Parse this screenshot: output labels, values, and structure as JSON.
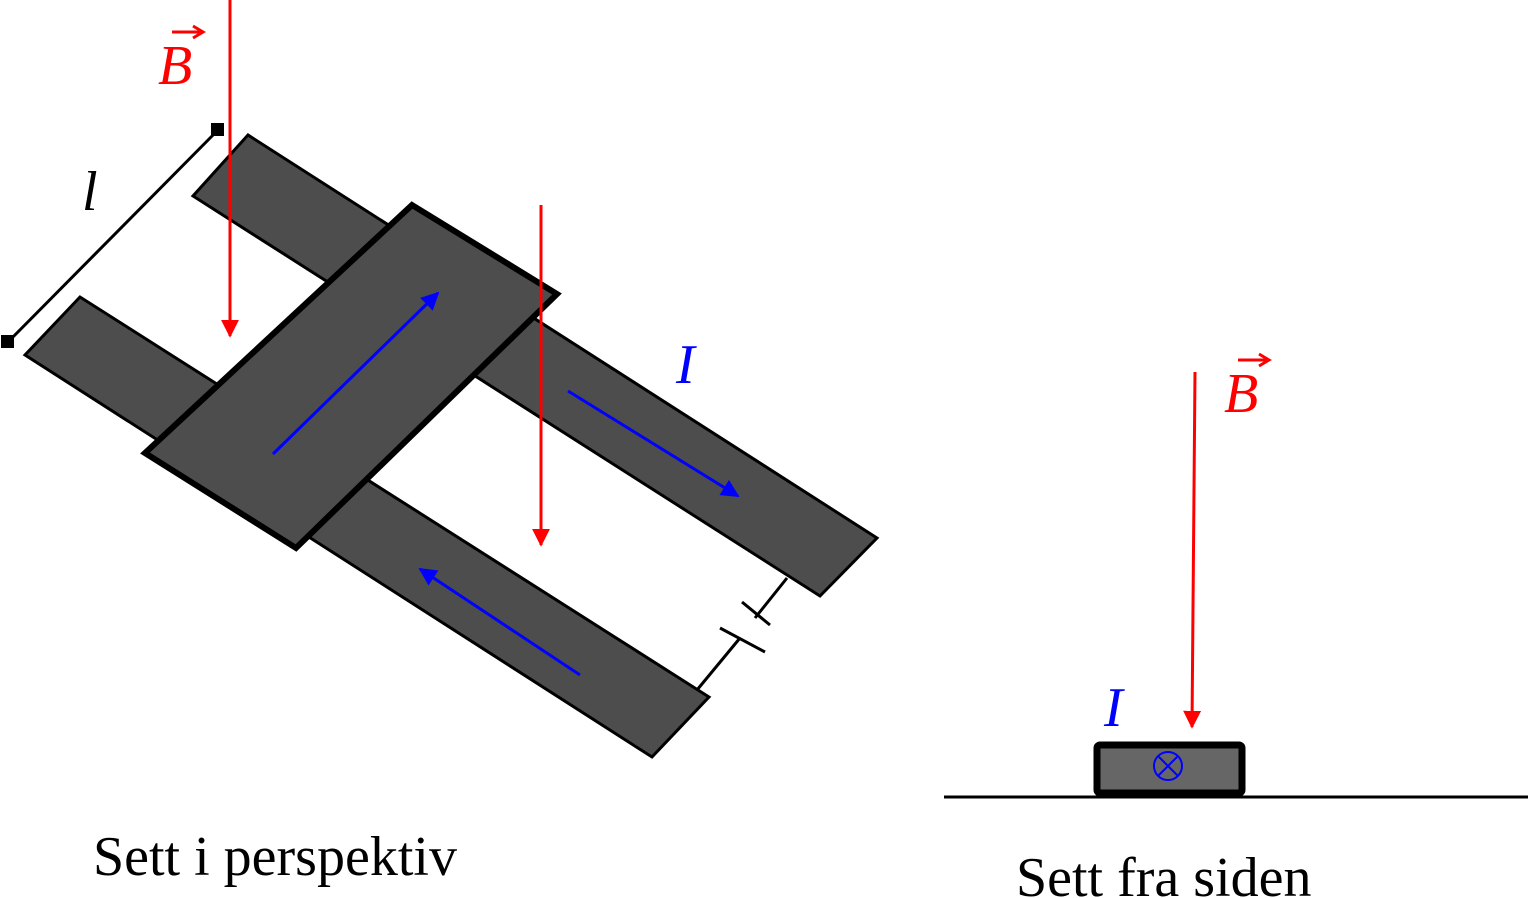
{
  "labels": {
    "b_field_top": "B",
    "b_field_side": "B",
    "length": "l",
    "current_perspective": "I",
    "current_side": "I",
    "out_of_page_symbol": "⊗"
  },
  "captions": {
    "perspective": "Sett i perspektiv",
    "side": "Sett fra siden"
  },
  "colors": {
    "field": "#ff0000",
    "current": "#0000ff",
    "rail": "#4d4d4d",
    "bar_side": "#666666",
    "outline": "#000000"
  }
}
